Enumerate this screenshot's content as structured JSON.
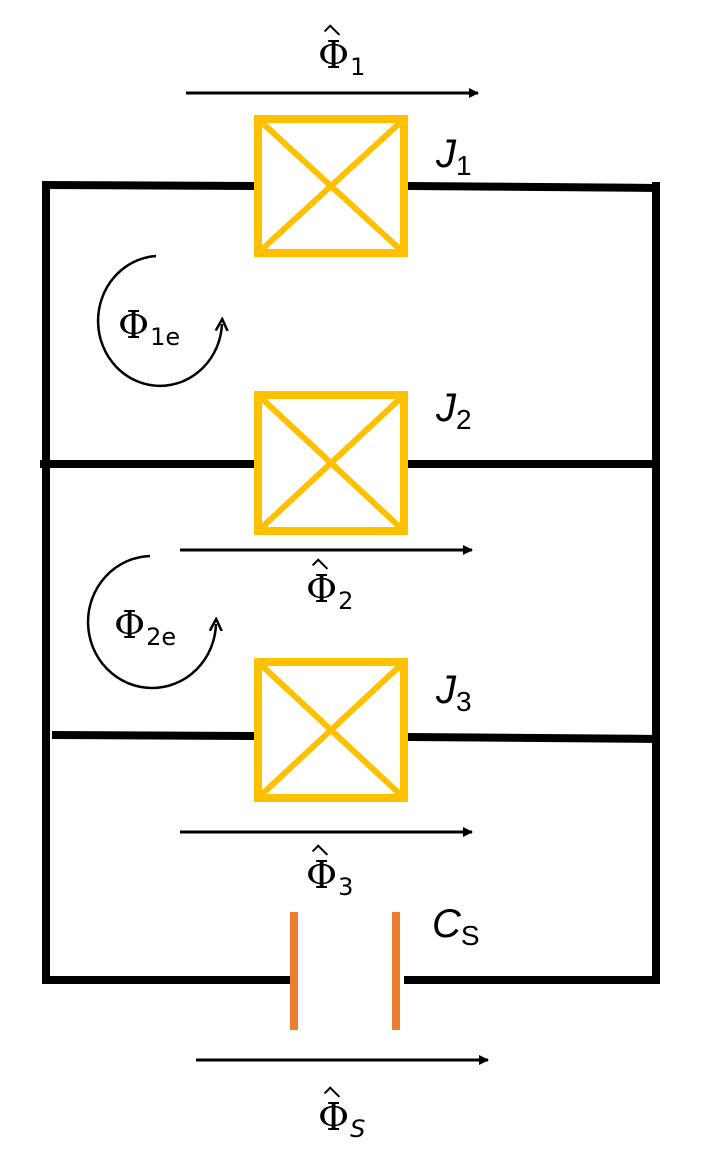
{
  "labels": {
    "phi1": {
      "sym": "Φ",
      "sub": "1"
    },
    "phi2": {
      "sym": "Φ",
      "sub": "2"
    },
    "phi3": {
      "sym": "Φ",
      "sub": "3"
    },
    "phiS": {
      "sym": "Φ",
      "sub": "S"
    },
    "phi1e": {
      "sym": "Φ",
      "sub": "1e"
    },
    "phi2e": {
      "sym": "Φ",
      "sub": "2e"
    },
    "j1": {
      "sym": "J",
      "sub": "1"
    },
    "j2": {
      "sym": "J",
      "sub": "2"
    },
    "j3": {
      "sym": "J",
      "sub": "3"
    },
    "cs": {
      "sym": "C",
      "sub": "S"
    }
  },
  "colors": {
    "wire": "#000000",
    "junction": "#FFC000",
    "capacitor": "#ED7D31"
  }
}
